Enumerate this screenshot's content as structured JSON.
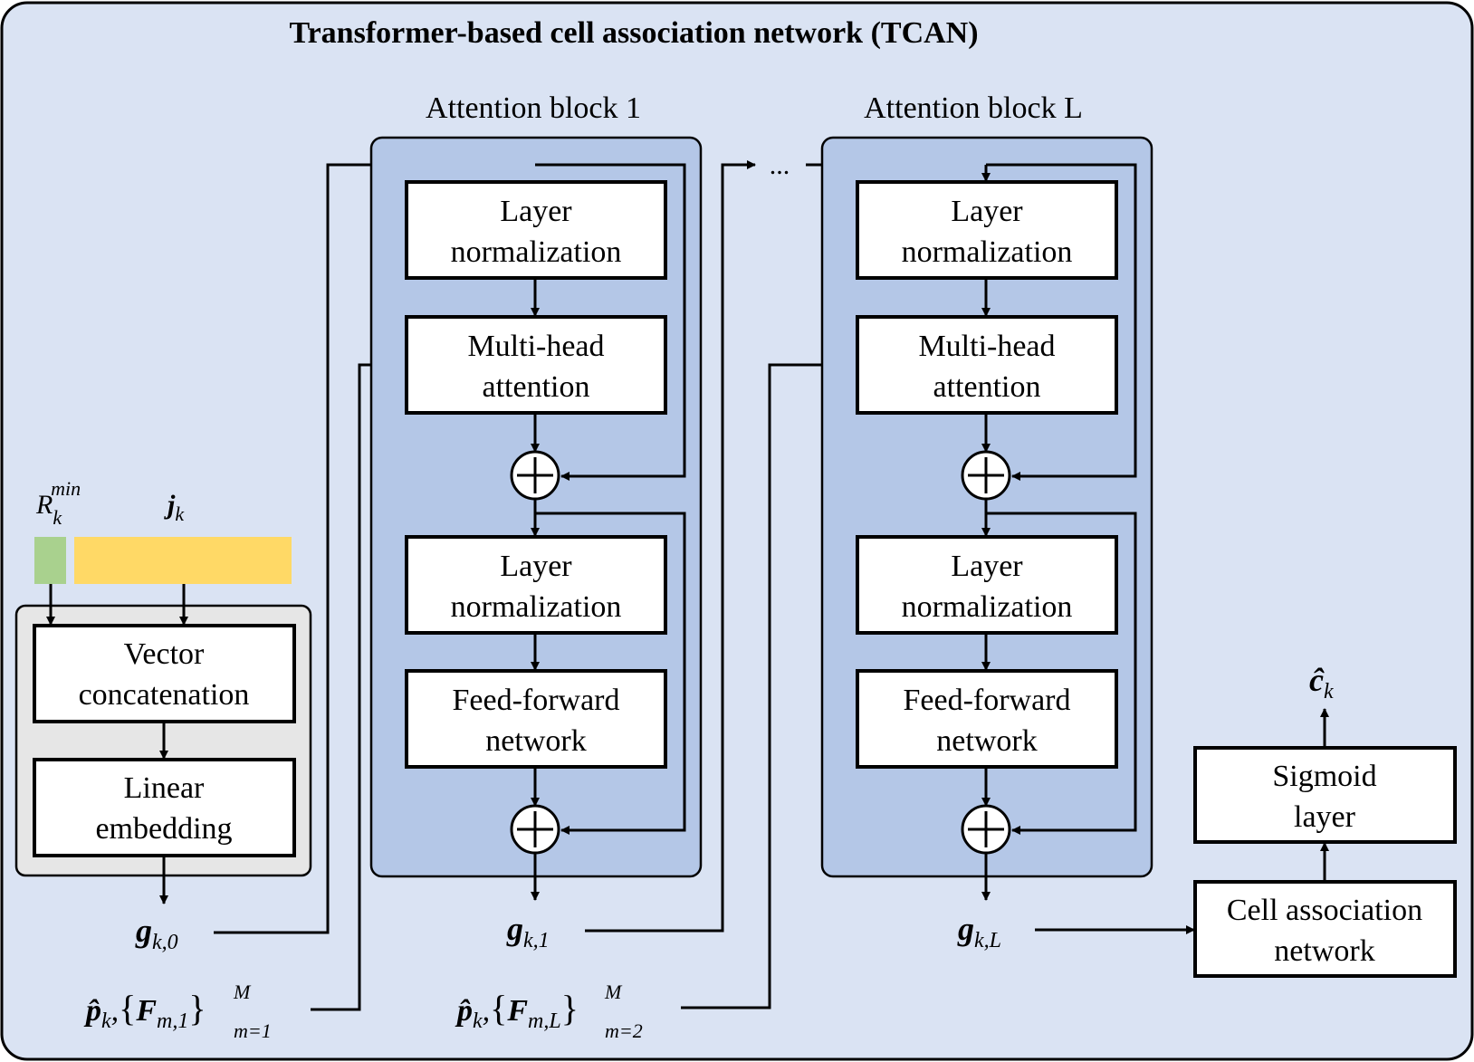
{
  "title": "Transformer-based cell association network (TCAN)",
  "colors": {
    "outer_bg": "#dae3f3",
    "block_bg": "#b4c7e7",
    "embed_bg": "#e6e6e6",
    "green": "#a9d18e",
    "yellow": "#ffd966",
    "stroke": "#000000"
  },
  "inputs": {
    "r_min": {
      "base": "R",
      "sub": "k",
      "sup": "min"
    },
    "j": {
      "base": "j",
      "sub": "k"
    }
  },
  "embedding": {
    "concat_line1": "Vector",
    "concat_line2": "concatenation",
    "linear_line1": "Linear",
    "linear_line2": "embedding"
  },
  "blocks": [
    {
      "label": "Attention block 1",
      "ln1_line1": "Layer",
      "ln1_line2": "normalization",
      "mha_line1": "Multi-head",
      "mha_line2": "attention",
      "ln2_line1": "Layer",
      "ln2_line2": "normalization",
      "ff_line1": "Feed-forward",
      "ff_line2": "network"
    },
    {
      "label": "Attention block L",
      "ln1_line1": "Layer",
      "ln1_line2": "normalization",
      "mha_line1": "Multi-head",
      "mha_line2": "attention",
      "ln2_line1": "Layer",
      "ln2_line2": "normalization",
      "ff_line1": "Feed-forward",
      "ff_line2": "network"
    }
  ],
  "ellipsis": "...",
  "outputs": {
    "g0": {
      "base": "g",
      "sub": "k,0"
    },
    "g1": {
      "base": "g",
      "sub": "k,1"
    },
    "gL": {
      "base": "g",
      "sub": "k,L"
    },
    "c_hat": {
      "base": "ĉ",
      "sub": "k"
    }
  },
  "side_inputs": [
    {
      "p": "p̂",
      "p_sub": "k",
      "sep": ",",
      "F": "F",
      "F_sub": "m,1",
      "sup": "M",
      "lower": "m=1"
    },
    {
      "p": "p̂",
      "p_sub": "k",
      "sep": ",",
      "F": "F",
      "F_sub": "m,L",
      "sup": "M",
      "lower": "m=2"
    }
  ],
  "head": {
    "cell_line1": "Cell association",
    "cell_line2": "network",
    "sigmoid_line1": "Sigmoid",
    "sigmoid_line2": "layer"
  }
}
